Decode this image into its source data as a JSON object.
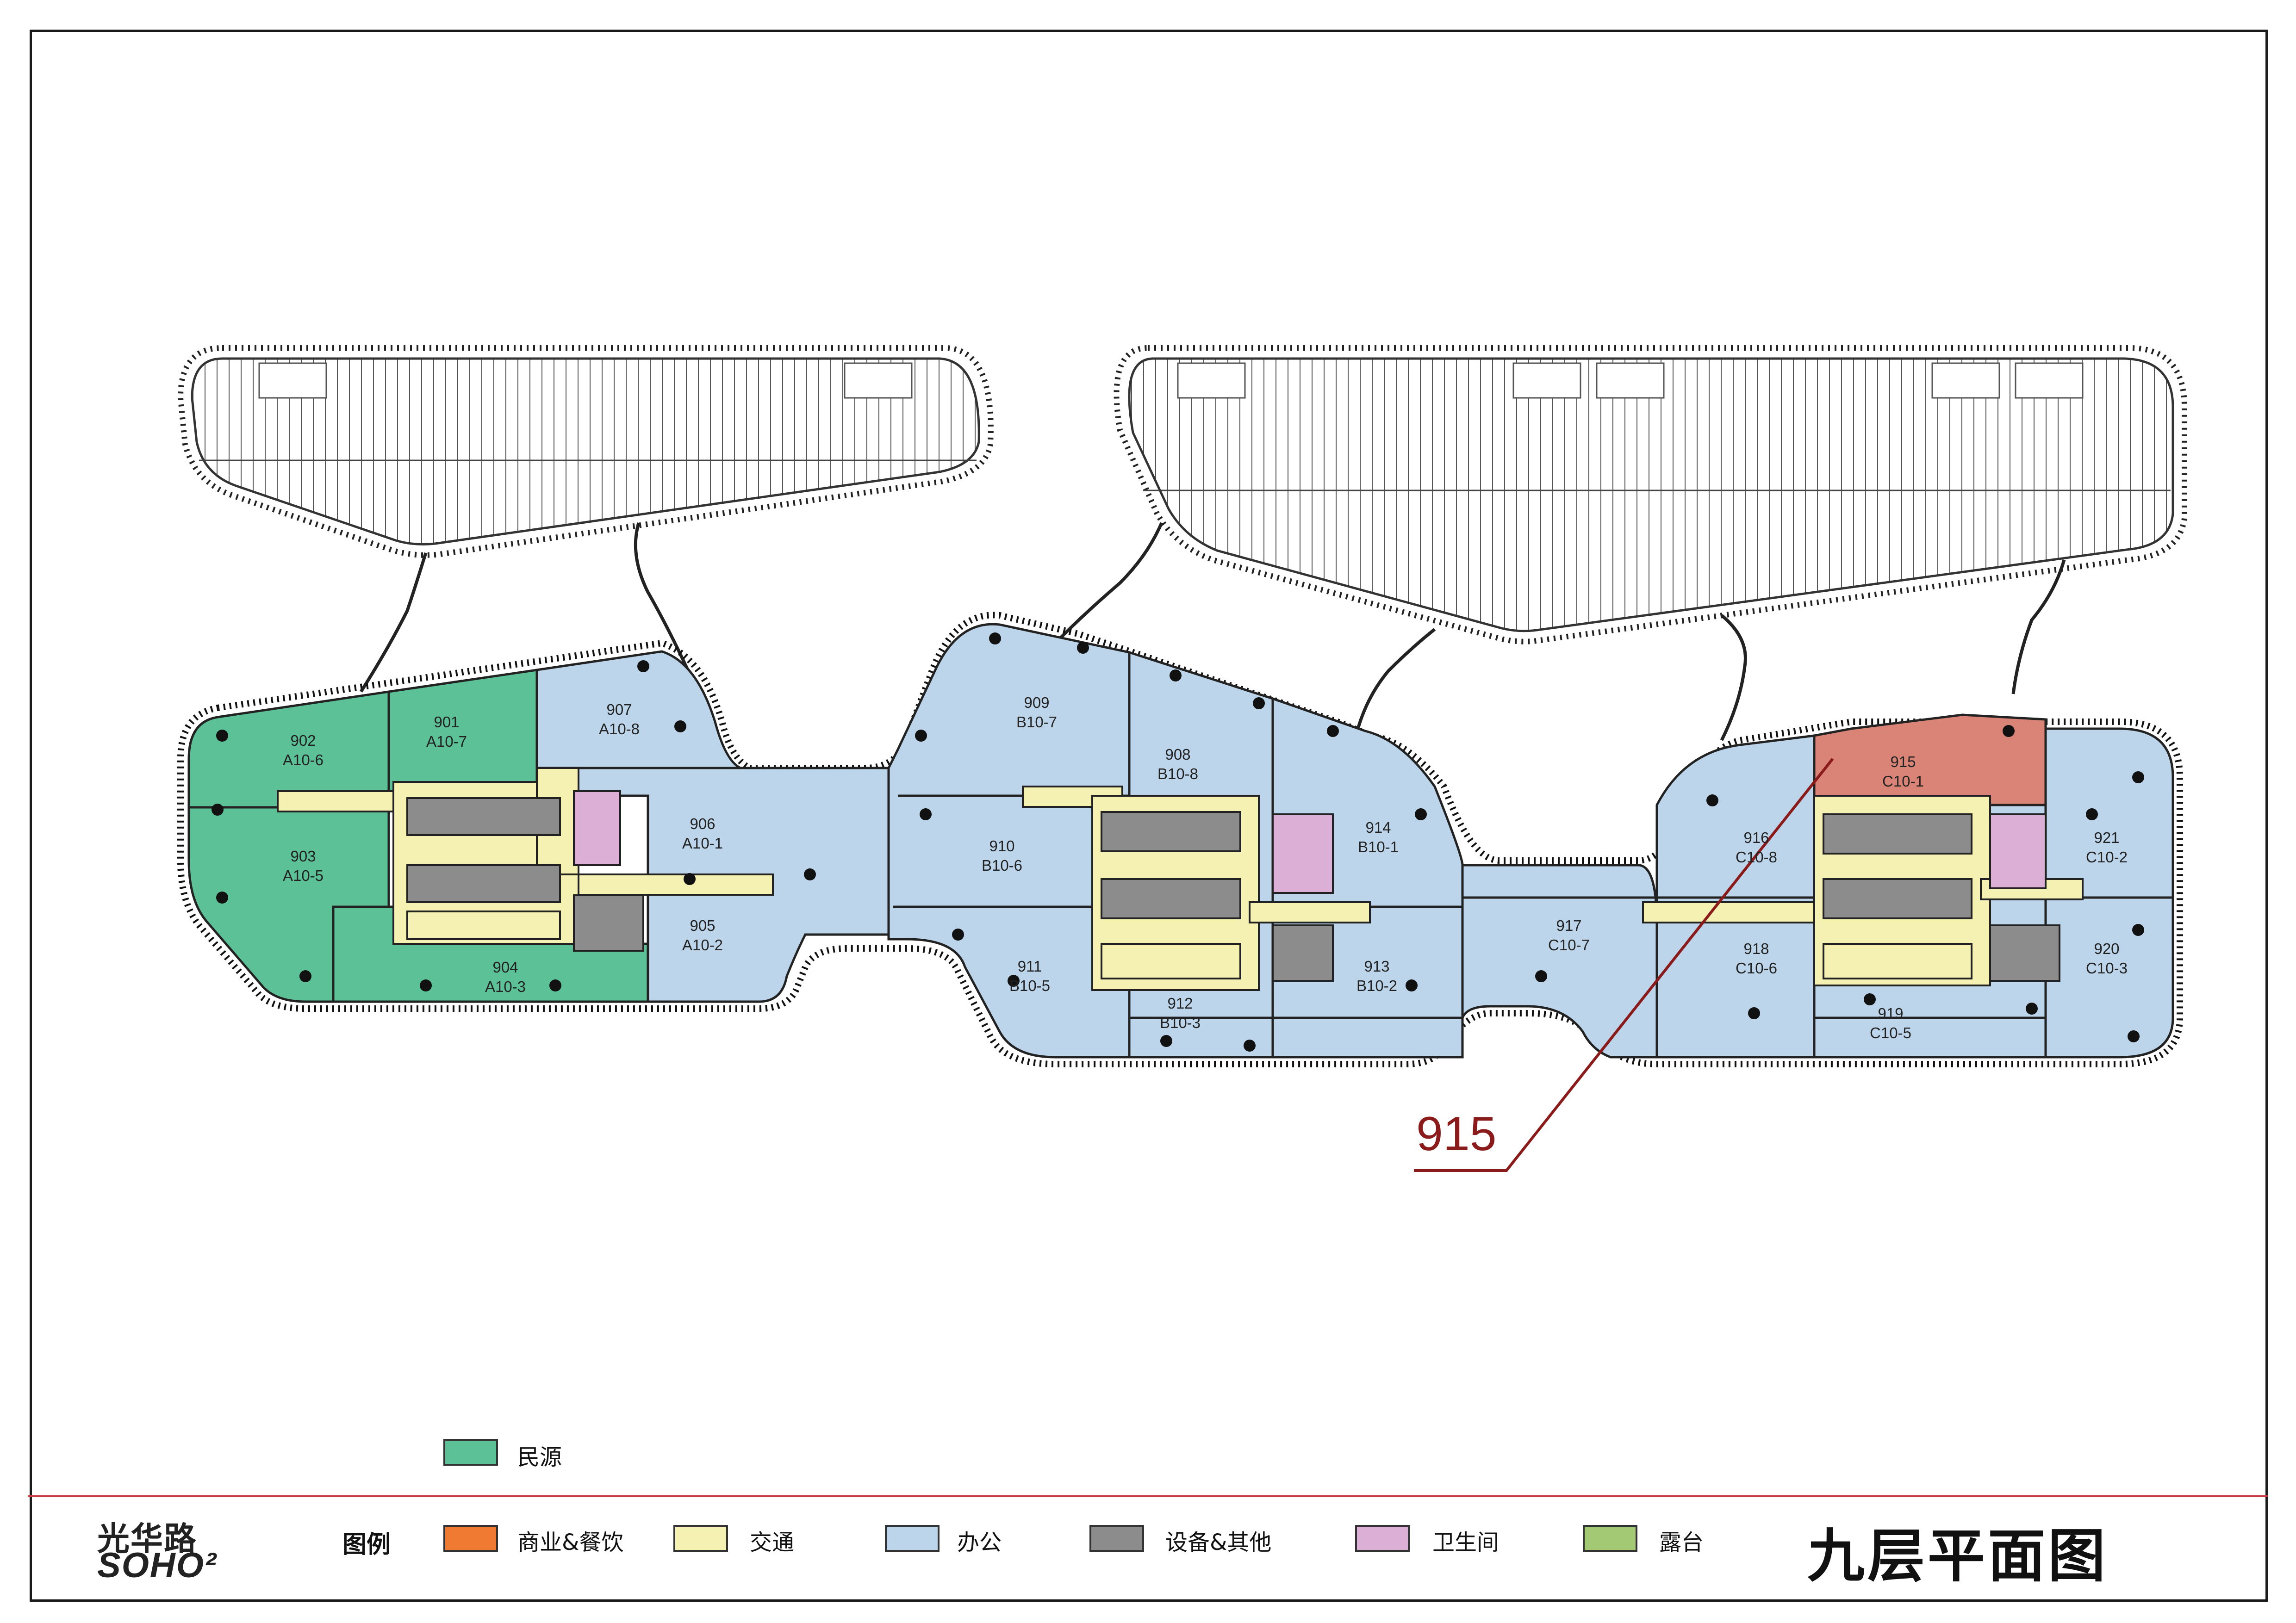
{
  "map": {
    "title": "九层平面图",
    "callout_label": "915",
    "units": [
      {
        "no": "901",
        "code": "A10-7",
        "type": "民源"
      },
      {
        "no": "902",
        "code": "A10-6",
        "type": "民源"
      },
      {
        "no": "903",
        "code": "A10-5",
        "type": "民源"
      },
      {
        "no": "904",
        "code": "A10-3",
        "type": "民源"
      },
      {
        "no": "905",
        "code": "A10-2",
        "type": "办公"
      },
      {
        "no": "906",
        "code": "A10-1",
        "type": "办公"
      },
      {
        "no": "907",
        "code": "A10-8",
        "type": "办公"
      },
      {
        "no": "908",
        "code": "B10-8",
        "type": "办公"
      },
      {
        "no": "909",
        "code": "B10-7",
        "type": "办公"
      },
      {
        "no": "910",
        "code": "B10-6",
        "type": "办公"
      },
      {
        "no": "911",
        "code": "B10-5",
        "type": "办公"
      },
      {
        "no": "912",
        "code": "B10-3",
        "type": "办公"
      },
      {
        "no": "913",
        "code": "B10-2",
        "type": "办公"
      },
      {
        "no": "914",
        "code": "B10-1",
        "type": "办公"
      },
      {
        "no": "915",
        "code": "C10-1",
        "type": "highlight"
      },
      {
        "no": "916",
        "code": "C10-8",
        "type": "办公"
      },
      {
        "no": "917",
        "code": "C10-7",
        "type": "办公"
      },
      {
        "no": "918",
        "code": "C10-6",
        "type": "办公"
      },
      {
        "no": "919",
        "code": "C10-5",
        "type": "办公"
      },
      {
        "no": "920",
        "code": "C10-3",
        "type": "办公"
      },
      {
        "no": "921",
        "code": "C10-2",
        "type": "办公"
      }
    ]
  },
  "legend": {
    "heading": "图例",
    "extra": {
      "label": "民源",
      "color": "#5cc196"
    },
    "items": [
      {
        "label": "商业&餐饮",
        "color": "#f07a32"
      },
      {
        "label": "交通",
        "color": "#f5f1b3"
      },
      {
        "label": "办公",
        "color": "#bcd5ea"
      },
      {
        "label": "设备&其他",
        "color": "#8c8c8c"
      },
      {
        "label": "卫生间",
        "color": "#dcb0d6"
      },
      {
        "label": "露台",
        "color": "#a4c974"
      }
    ]
  },
  "logo": {
    "line1": "光华路",
    "line2": "SOHO²"
  },
  "colors": {
    "residential": "#5cc196",
    "office": "#bcd5ea",
    "circulation": "#f5f1b3",
    "equipment": "#8c8c8c",
    "toilet": "#dcb0d6",
    "highlight": "#da8478",
    "callout": "#8b1a1a"
  }
}
